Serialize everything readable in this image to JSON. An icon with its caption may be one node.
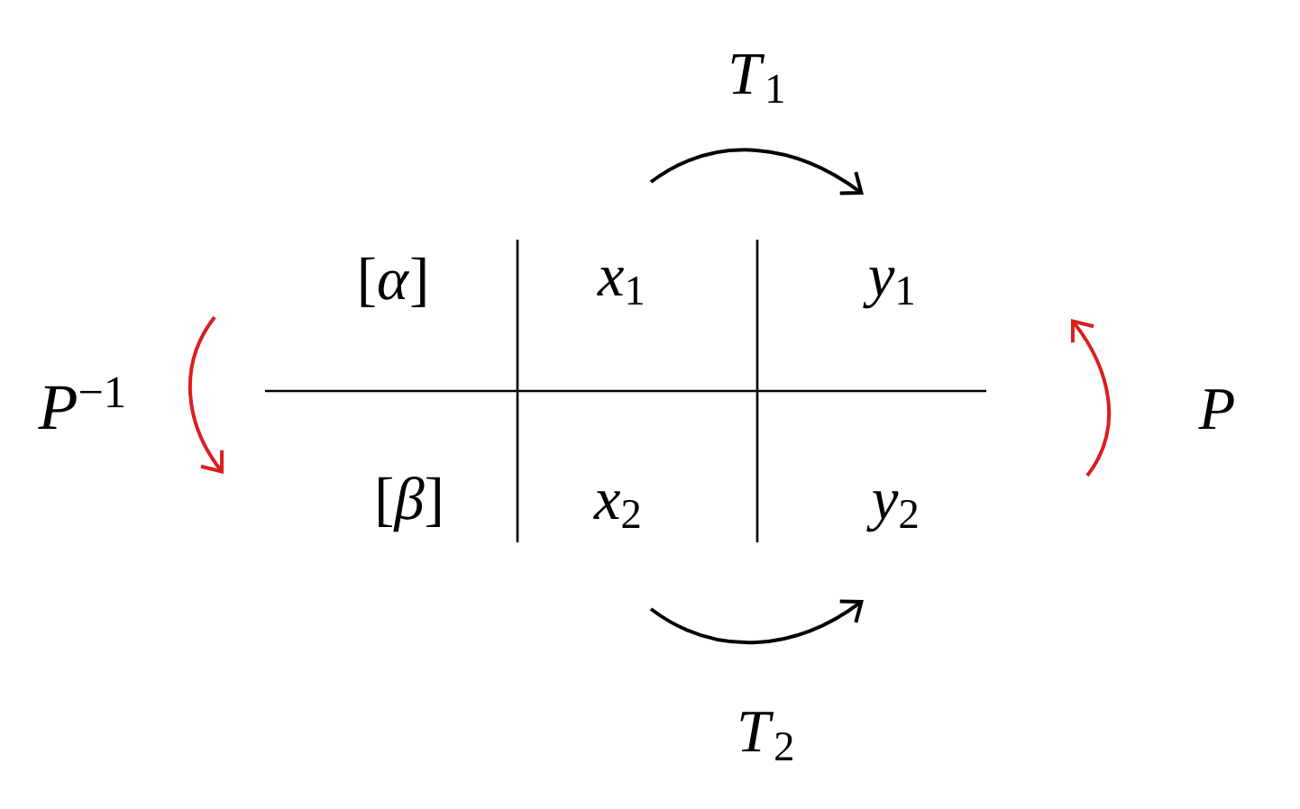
{
  "diagram": {
    "nodes": [
      {
        "text": [
          "[*α*]"
        ]
      },
      {
        "text": [
          "*x*$_{1}$"
        ]
      },
      {
        "text": [
          "*y*$_{1}$"
        ]
      },
      {
        "text": [
          "[*β*]"
        ]
      },
      {
        "text": [
          "*x*$_{2}$"
        ]
      },
      {
        "text": [
          "*y*$_{2}$"
        ]
      }
    ],
    "edges": [
      {
        "from": 1,
        "to": 2,
        "arrow": "to",
        "label": "*T*$_{1}$"
      },
      {
        "from": 4,
        "to": 5,
        "arrow": "to",
        "label": "*T*$_{2}$"
      }
    ],
    "labels": [
      "*P*$^{−1}$",
      "P"
    ]
  }
}
